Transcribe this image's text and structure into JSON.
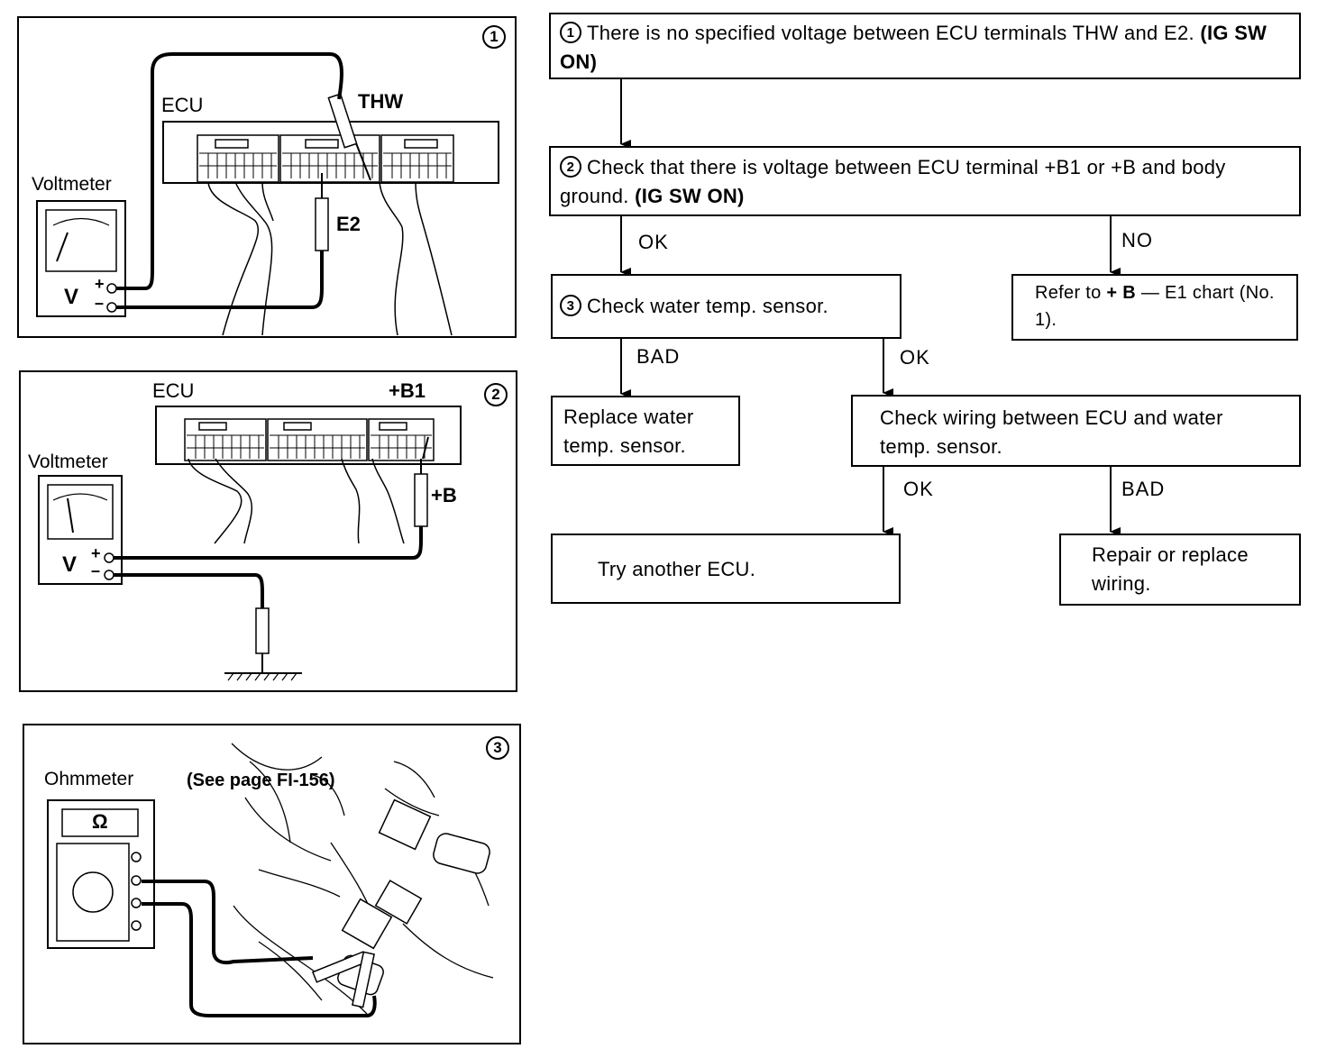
{
  "panel1": {
    "number": "1",
    "ecu_label": "ECU",
    "thw_label": "THW",
    "e2_label": "E2",
    "meter_label": "Voltmeter",
    "meter_v": "V",
    "plus": "+",
    "minus": "–"
  },
  "panel2": {
    "number": "2",
    "ecu_label": "ECU",
    "b1_label": "+B1",
    "b_label": "+B",
    "meter_label": "Voltmeter",
    "meter_v": "V",
    "plus": "+",
    "minus": "–"
  },
  "panel3": {
    "number": "3",
    "meter_label": "Ohmmeter",
    "page_ref": "(See page FI-156)",
    "ohm_symbol": "Ω"
  },
  "flow": {
    "step1": {
      "num": "1",
      "text": "There is no specified voltage between ECU terminals THW and E2.",
      "bold": "(IG SW ON)"
    },
    "step2": {
      "num": "2",
      "text": "Check that there is voltage between ECU terminal +B1 or +B and body ground.",
      "bold": "(IG SW ON)"
    },
    "step3": {
      "num": "3",
      "text": "Check water temp. sensor."
    },
    "refer": {
      "pre": "Refer to",
      "bold": "+ B",
      "post": "— E1 chart (No. 1)."
    },
    "replace_sensor": "Replace water temp. sensor.",
    "check_wiring": "Check wiring between ECU and water temp. sensor.",
    "try_ecu": "Try another ECU.",
    "repair_wiring": "Repair or replace wiring.",
    "label_ok_1": "OK",
    "label_no": "NO",
    "label_bad_1": "BAD",
    "label_ok_2": "OK",
    "label_ok_3": "OK",
    "label_bad_2": "BAD"
  }
}
